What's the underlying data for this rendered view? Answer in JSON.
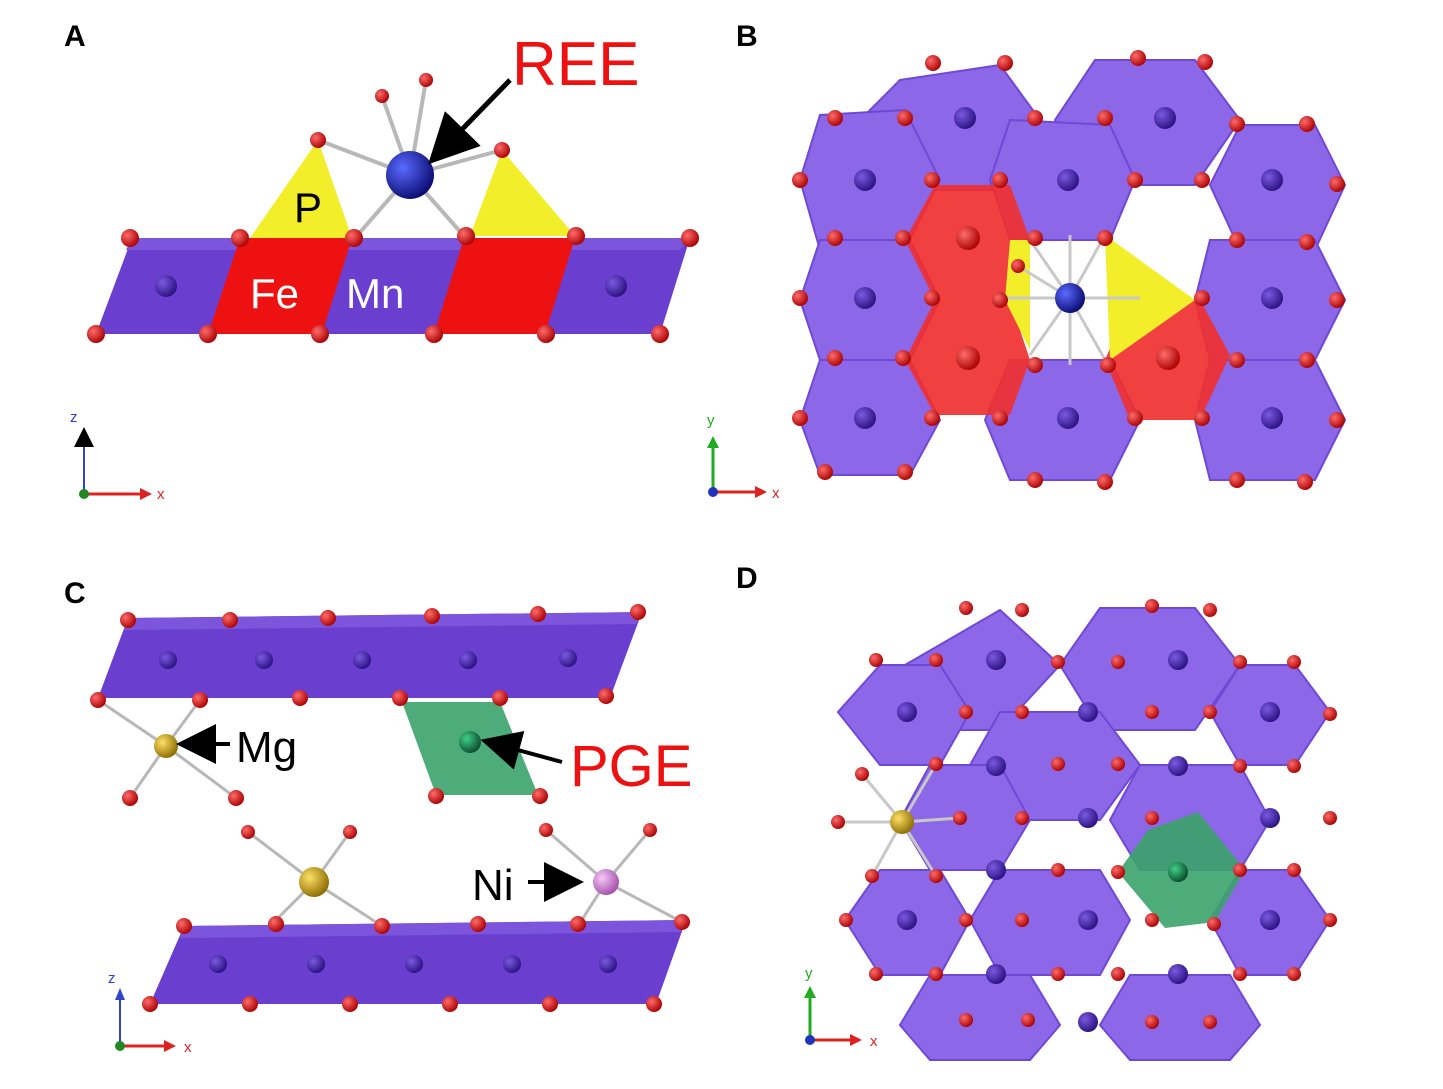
{
  "panels": [
    {
      "letter": "A"
    },
    {
      "letter": "B"
    },
    {
      "letter": "C"
    },
    {
      "letter": "D"
    }
  ],
  "labels": {
    "ree": "REE",
    "p": "P",
    "fe": "Fe",
    "mn": "Mn",
    "mg": "Mg",
    "pge": "PGE",
    "ni": "Ni"
  },
  "axes": {
    "a": {
      "vertical": "z",
      "horizontal": "x"
    },
    "b": {
      "vertical": "y",
      "horizontal": "x"
    },
    "c": {
      "vertical": "z",
      "horizontal": "x"
    },
    "d": {
      "vertical": "y",
      "horizontal": "x"
    }
  },
  "colors": {
    "layer_octahedra": "#6a3fd0",
    "layer_octahedra_light": "#8c67e8",
    "fe_octahedra": "#ee1111",
    "phosphate_tetrahedra": "#f2ee2a",
    "oxygen": "#cc0000",
    "ree_atom": "#1a1aa8",
    "pge_octahedron": "#3aa36a",
    "mg_atom": "#c9a200",
    "ni_atom": "#d58ad8",
    "label_red": "#ee1111"
  }
}
